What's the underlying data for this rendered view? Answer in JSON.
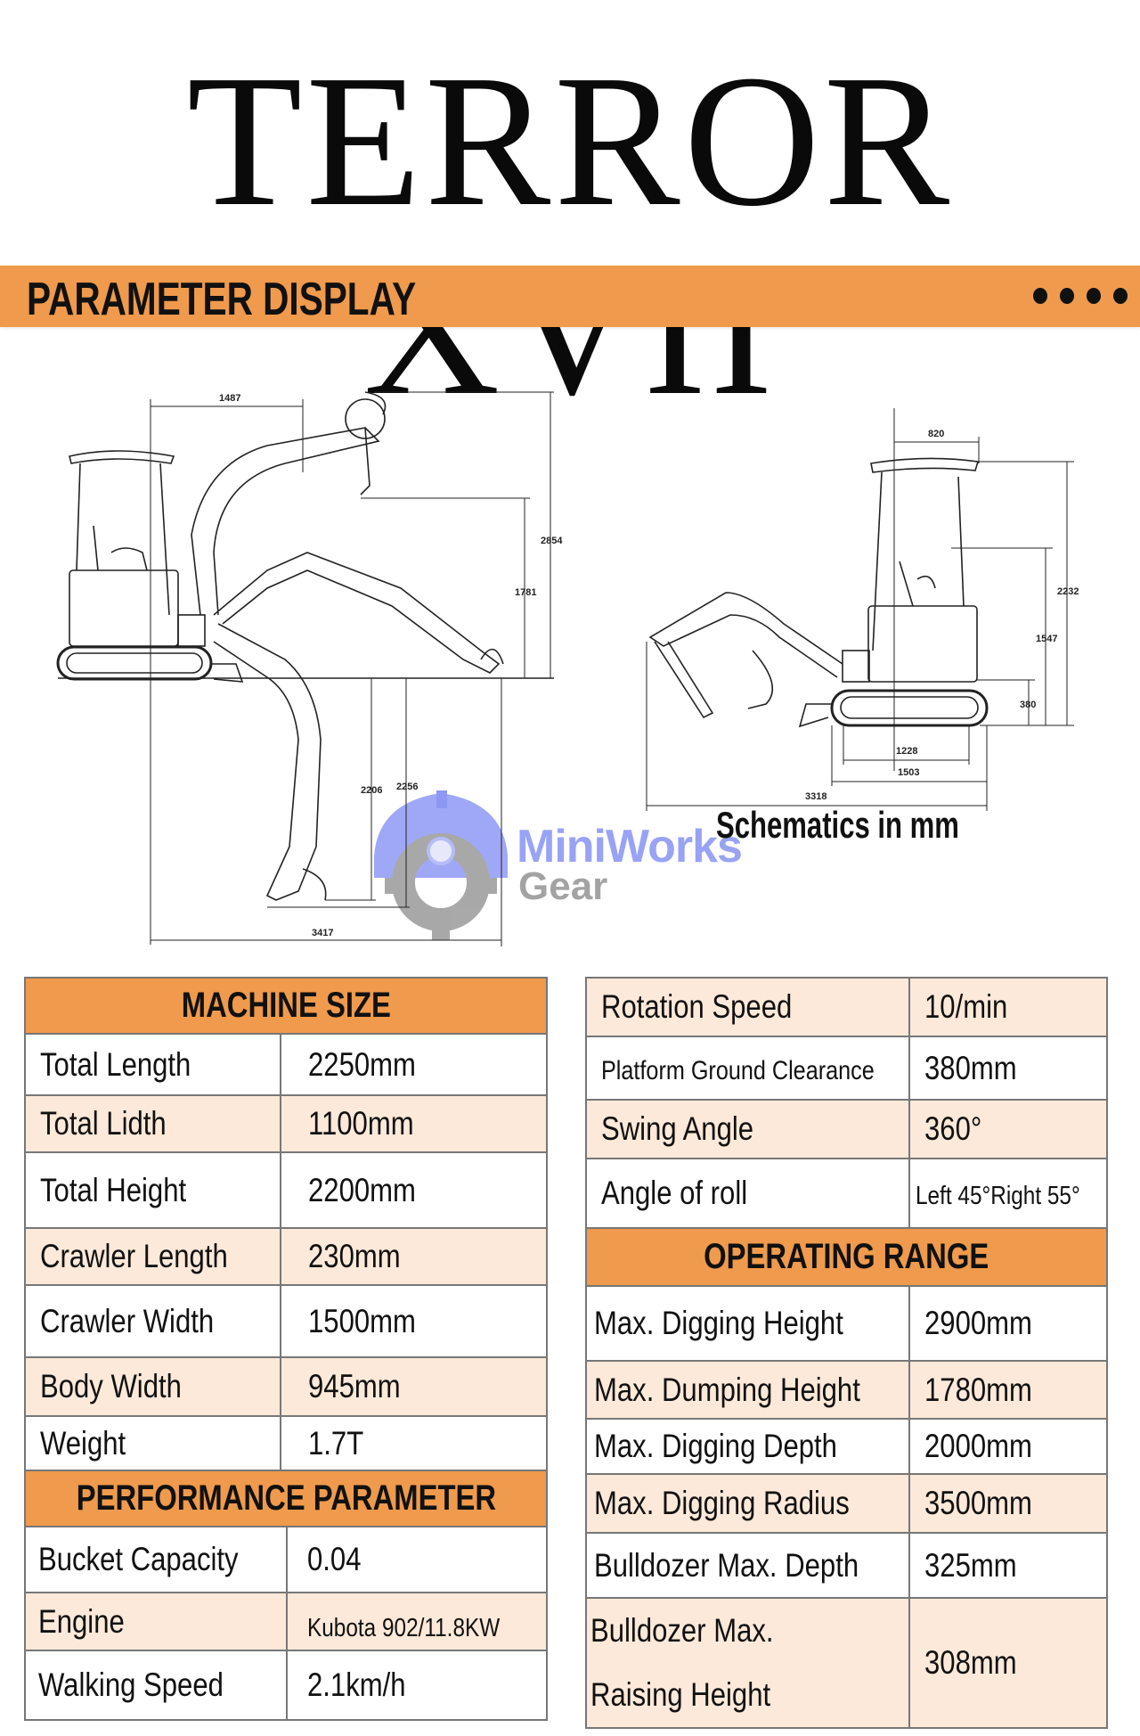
{
  "title": "TERROR XVII",
  "banner": {
    "label": "PARAMETER DISPLAY",
    "dots": 4
  },
  "colors": {
    "accent": "#ef9a4c",
    "row_tint": "#fde9d9"
  },
  "schematics": {
    "caption": "Schematics in mm",
    "side_view": {
      "dims": [
        "1487",
        "2854",
        "1781",
        "2206",
        "2256",
        "3417"
      ]
    },
    "rear_view": {
      "dims": [
        "820",
        "2232",
        "1547",
        "380",
        "1228",
        "1503",
        "3318"
      ]
    }
  },
  "watermark": {
    "line1": "MiniWorks",
    "line2": "Gear"
  },
  "machine_size": {
    "header": "MACHINE SIZE",
    "rows": [
      {
        "label": "Total Length",
        "value": "2250mm"
      },
      {
        "label": "Total Lidth",
        "value": "1100mm"
      },
      {
        "label": "Total Height",
        "value": "2200mm"
      },
      {
        "label": "Crawler Length",
        "value": "230mm"
      },
      {
        "label": "Crawler Width",
        "value": "1500mm"
      },
      {
        "label": "Body Width",
        "value": "945mm"
      },
      {
        "label": "Weight",
        "value": "1.7T"
      }
    ]
  },
  "performance": {
    "header": "PERFORMANCE PARAMETER",
    "rows": [
      {
        "label": "Bucket Capacity",
        "value": "0.04"
      },
      {
        "label": "Engine",
        "value": "Kubota 902/11.8KW"
      },
      {
        "label": "Walking Speed",
        "value": "2.1km/h"
      }
    ]
  },
  "rotation": {
    "rows": [
      {
        "label": "Rotation Speed",
        "value": "10/min"
      },
      {
        "label": "Platform Ground Clearance",
        "value": "380mm"
      },
      {
        "label": "Swing Angle",
        "value": "360°"
      },
      {
        "label": "Angle of roll",
        "value": "Left 45°Right 55°"
      }
    ]
  },
  "operating_range": {
    "header": "OPERATING RANGE",
    "rows": [
      {
        "label": "Max. Digging Height",
        "value": "2900mm"
      },
      {
        "label": "Max. Dumping Height",
        "value": "1780mm"
      },
      {
        "label": "Max. Digging Depth",
        "value": "2000mm"
      },
      {
        "label": "Max. Digging Radius",
        "value": "3500mm"
      },
      {
        "label": "Bulldozer Max. Depth",
        "value": "325mm"
      },
      {
        "label": "Bulldozer Max.",
        "label2": "Raising Height",
        "value": "308mm"
      }
    ]
  }
}
